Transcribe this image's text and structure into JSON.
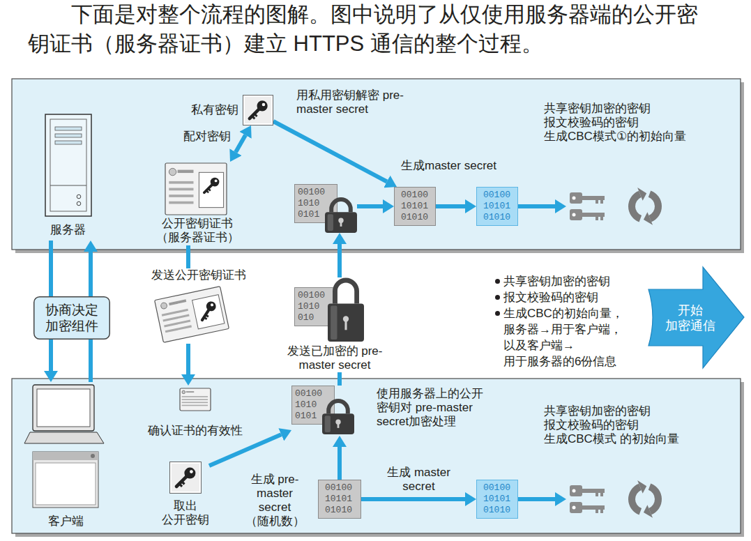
{
  "diagram": {
    "title": "下面是对整个流程的图解。图中说明了从仅使用服务器端的公开密钥证书（服务器证书）建立 HTTPS 通信的整个过程。",
    "nodes": [
      {
        "text": [
          "服务器"
        ]
      },
      {
        "text": [
          "私有密钥"
        ]
      },
      {
        "text": [
          "公开密钥证书 （服务器证书）"
        ]
      },
      {
        "text": [
          "00100 1010 0101"
        ]
      },
      {
        "text": [
          "00100 10101 01010"
        ]
      },
      {
        "text": [
          "00100 10101 01010"
        ]
      },
      {
        "text": [
          "共享密钥加密的密钥 报文校验码的密钥 生成CBC模式①的初始向量"
        ]
      },
      {
        "text": [
          "协商决定加密组件"
        ]
      },
      {
        "text": [
          "发送公开密钥证书"
        ]
      },
      {
        "text": [
          "00100 1010 010",
          "发送已加密的 pre-master secret"
        ]
      },
      {
        "text": [
          "开始 加密通信"
        ]
      },
      {
        "text": [
          "客户端"
        ]
      },
      {
        "text": [
          "确认证书的有效性"
        ]
      },
      {
        "text": [
          "取出 公开密钥"
        ]
      },
      {
        "text": [
          "00100 1010 0101",
          "使用服务器上的公开 密钥对 pre-master secret加密处理"
        ]
      },
      {
        "text": [
          "00100 10101 01010",
          "生成 pre-master secret （随机数）"
        ]
      },
      {
        "text": [
          "00100 10101 01010"
        ]
      },
      {
        "text": [
          "共享密钥加密的密钥 报文校验码的密钥 生成CBC模式 的初始向量"
        ]
      }
    ],
    "edges": [
      {
        "from": 0,
        "to": 11,
        "arrow": "to"
      },
      {
        "from": 11,
        "to": 0,
        "arrow": "to"
      },
      {
        "from": 1,
        "to": 2,
        "arrow": "both",
        "label": "配对密钥"
      },
      {
        "from": 1,
        "to": 4,
        "arrow": "to"
      },
      {
        "from": 3,
        "to": 4,
        "arrow": "to"
      },
      {
        "from": 4,
        "to": 5,
        "arrow": "to"
      },
      {
        "from": 5,
        "to": 6,
        "arrow": "to"
      },
      {
        "from": 2,
        "to": 8,
        "arrow": "none"
      },
      {
        "from": 8,
        "to": 12,
        "arrow": "to"
      },
      {
        "from": 14,
        "to": 9,
        "arrow": "none"
      },
      {
        "from": 9,
        "to": 3,
        "arrow": "to"
      },
      {
        "from": 13,
        "to": 14,
        "arrow": "to"
      },
      {
        "from": 15,
        "to": 14,
        "arrow": "to"
      },
      {
        "from": 15,
        "to": 16,
        "arrow": "to",
        "label": "生成 master secret"
      },
      {
        "from": 16,
        "to": 17,
        "arrow": "to"
      }
    ],
    "labels": [
      "用私用密钥解密 pre-master secret",
      "生成master secret",
      "共享密钥加密的密钥",
      "报文校验码的密钥",
      "生成CBC的初始向量， 服务器→用于客户端， 以及客户端→用于服务器的6份信息"
    ]
  }
}
